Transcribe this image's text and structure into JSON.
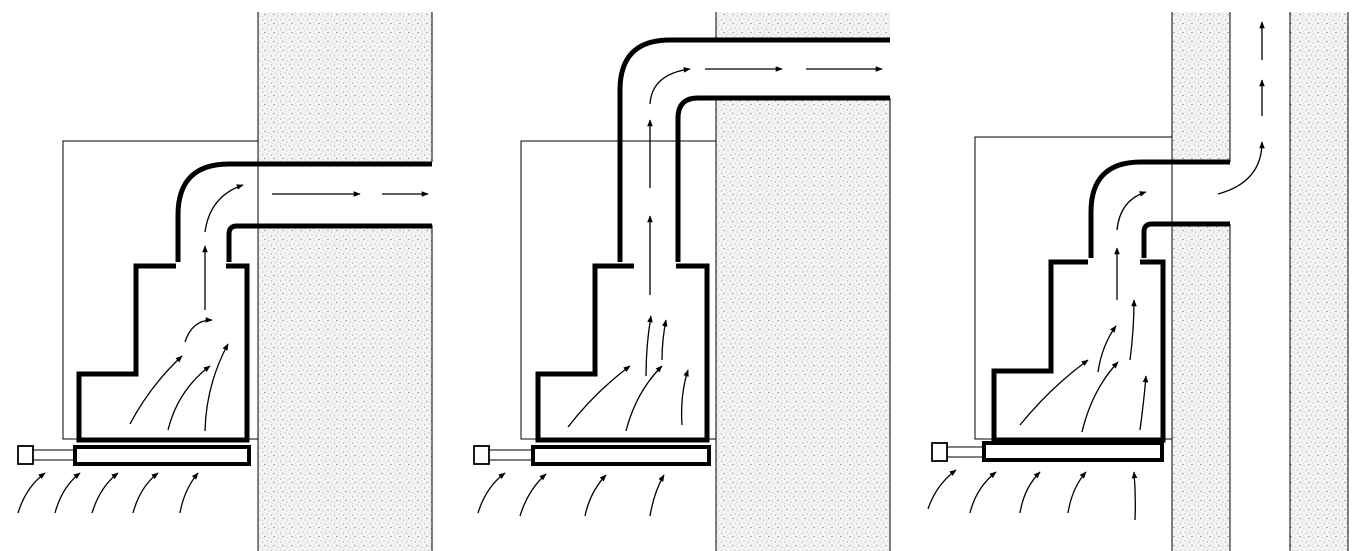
{
  "figure": {
    "panel_count": 3,
    "panels": [
      {
        "id": "panel-1",
        "flue_route": "horizontal-through-wall"
      },
      {
        "id": "panel-2",
        "flue_route": "vertical-then-horizontal-over-wall"
      },
      {
        "id": "panel-3",
        "flue_route": "through-wall-into-vertical-shaft"
      }
    ],
    "colors": {
      "ink": "#000000",
      "wall_fill": "#f4f4f4",
      "stipple": "#7a7a7a",
      "background": "#ffffff"
    }
  }
}
